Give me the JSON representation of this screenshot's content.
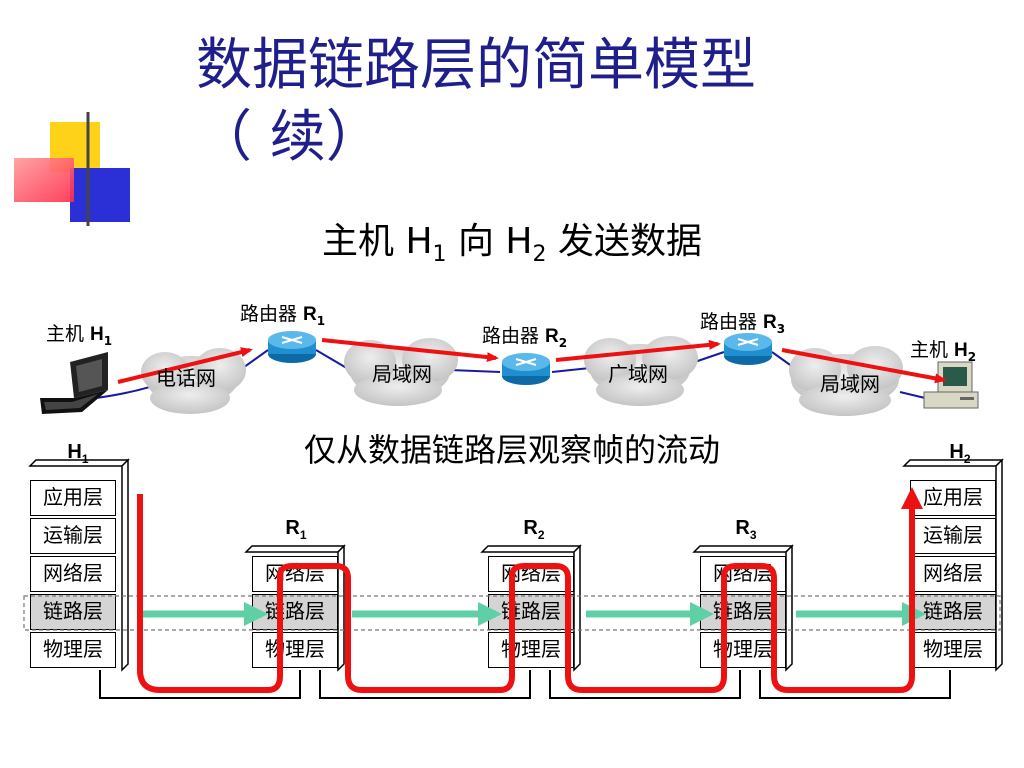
{
  "title": {
    "line1": "数据链路层的简单模型",
    "line2": "（ 续）"
  },
  "subtitle": "主机 H1 向 H2 发送数据",
  "subtitle_parts": {
    "pre": "主机 H",
    "sub1": "1",
    "mid": " 向 H",
    "sub2": "2",
    "post": " 发送数据"
  },
  "network": {
    "host1": {
      "prefix": "主机 ",
      "letter": "H",
      "sub": "1"
    },
    "host2": {
      "prefix": "主机 ",
      "letter": "H",
      "sub": "2"
    },
    "router1": {
      "prefix": "路由器 ",
      "letter": "R",
      "sub": "1"
    },
    "router2": {
      "prefix": "路由器 ",
      "letter": "R",
      "sub": "2"
    },
    "router3": {
      "prefix": "路由器 ",
      "letter": "R",
      "sub": "3"
    },
    "clouds": [
      "电话网",
      "局域网",
      "广域网",
      "局域网"
    ]
  },
  "caption": "仅从数据链路层观察帧的流动",
  "stacks": {
    "h1": {
      "letter": "H",
      "sub": "1",
      "layers": [
        "应用层",
        "运输层",
        "网络层",
        "链路层",
        "物理层"
      ]
    },
    "r1": {
      "letter": "R",
      "sub": "1",
      "layers": [
        "网络层",
        "链路层",
        "物理层"
      ]
    },
    "r2": {
      "letter": "R",
      "sub": "2",
      "layers": [
        "网络层",
        "链路层",
        "物理层"
      ]
    },
    "r3": {
      "letter": "R",
      "sub": "3",
      "layers": [
        "网络层",
        "链路层",
        "物理层"
      ]
    },
    "h2": {
      "letter": "H",
      "sub": "2",
      "layers": [
        "应用层",
        "运输层",
        "网络层",
        "链路层",
        "物理层"
      ]
    }
  },
  "colors": {
    "title": "#1f1f8c",
    "red_arrow": "#ee1111",
    "green_arrow": "#5fcfa6",
    "router": "#1f8fcf",
    "cloud": "#d8d8d8",
    "link_band": "#d4d4d4"
  },
  "icons": [
    "laptop-icon",
    "router-icon",
    "desktop-computer-icon",
    "cloud-icon"
  ]
}
